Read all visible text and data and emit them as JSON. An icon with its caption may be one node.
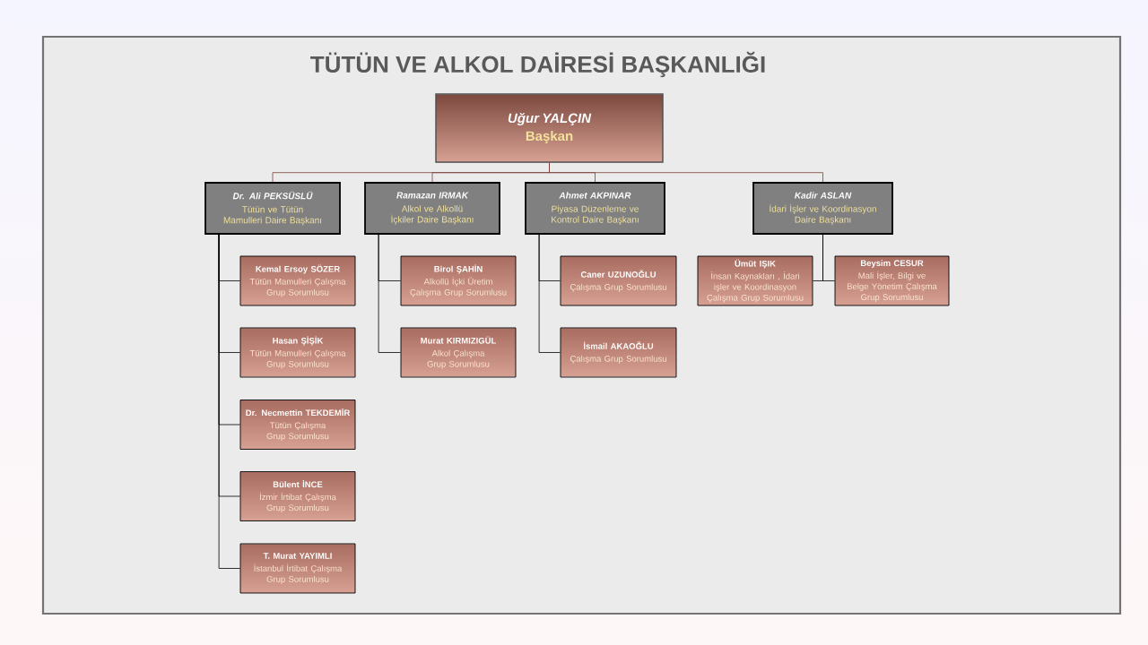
{
  "diagram": {
    "title": "TÜTÜN VE ALKOL DAİRESİ BAŞKANLIĞI",
    "nodes": [
      {
        "text": [
          "Uğur YALÇIN",
          "Başkan"
        ]
      },
      {
        "text": [
          "Dr. Ali PEKSÜSLÜ",
          "Tütün ve Tütün Mamulleri Daire Başkanı"
        ]
      },
      {
        "text": [
          "Ramazan IRMAK",
          "Alkol ve Alkollü İçkiler Daire Başkanı"
        ]
      },
      {
        "text": [
          "Ahmet AKPINAR",
          "Piyasa Düzenleme ve Kontrol Daire Başkanı"
        ]
      },
      {
        "text": [
          "Kadir ASLAN",
          "İdari İşler ve Koordinasyon Daire Başkanı"
        ]
      },
      {
        "text": [
          "Kemal Ersoy SÖZER",
          "Tütün Mamulleri Çalışma Grup Sorumlusu"
        ]
      },
      {
        "text": [
          "Hasan ŞİŞİK",
          "Tütün Mamulleri Çalışma Grup Sorumlusu"
        ]
      },
      {
        "text": [
          "Dr. Necmettin TEKDEMİR",
          "Tütün Çalışma Grup Sorumlusu"
        ]
      },
      {
        "text": [
          "Bülent İNCE",
          "İzmir İrtibat Çalışma Grup Sorumlusu"
        ]
      },
      {
        "text": [
          "T. Murat YAYIMLI",
          "İstanbul İrtibat Çalışma Grup Sorumlusu"
        ]
      },
      {
        "text": [
          "Birol ŞAHİN",
          "Alkollü İçki Üretim Çalışma Grup Sorumlusu"
        ]
      },
      {
        "text": [
          "Murat KIRMIZIGÜL",
          "Alkol Çalışma Grup Sorumlusu"
        ]
      },
      {
        "text": [
          "Caner UZUNOĞLU",
          "Çalışma Grup Sorumlusu"
        ]
      },
      {
        "text": [
          "İsmail AKAOĞLU",
          "Çalışma Grup Sorumlusu"
        ]
      },
      {
        "text": [
          "Ümüt IŞIK",
          "İnsan Kaynakları , İdari işler ve Koordinasyon Çalışma Grup Sorumlusu"
        ]
      },
      {
        "text": [
          "Beysim CESUR",
          "Mali İşler, Bilgi ve Belge Yönetim Çalışma Grup Sorumlusu"
        ]
      }
    ],
    "edges": [
      {
        "from": 0,
        "to": 1,
        "arrow": "none",
        "color": "#7a4038"
      },
      {
        "from": 0,
        "to": 2,
        "arrow": "none",
        "color": "#7a4038"
      },
      {
        "from": 0,
        "to": 3,
        "arrow": "none",
        "color": "#7a4038"
      },
      {
        "from": 0,
        "to": 4,
        "arrow": "none",
        "color": "#7a4038"
      },
      {
        "from": 1,
        "to": 5,
        "arrow": "none"
      },
      {
        "from": 1,
        "to": 6,
        "arrow": "none"
      },
      {
        "from": 1,
        "to": 7,
        "arrow": "none"
      },
      {
        "from": 1,
        "to": 8,
        "arrow": "none"
      },
      {
        "from": 1,
        "to": 9,
        "arrow": "none"
      },
      {
        "from": 2,
        "to": 10,
        "arrow": "none"
      },
      {
        "from": 2,
        "to": 11,
        "arrow": "none"
      },
      {
        "from": 3,
        "to": 12,
        "arrow": "none"
      },
      {
        "from": 3,
        "to": 13,
        "arrow": "none"
      },
      {
        "from": 4,
        "to": 14,
        "arrow": "none"
      },
      {
        "from": 4,
        "to": 15,
        "arrow": "none"
      }
    ]
  }
}
